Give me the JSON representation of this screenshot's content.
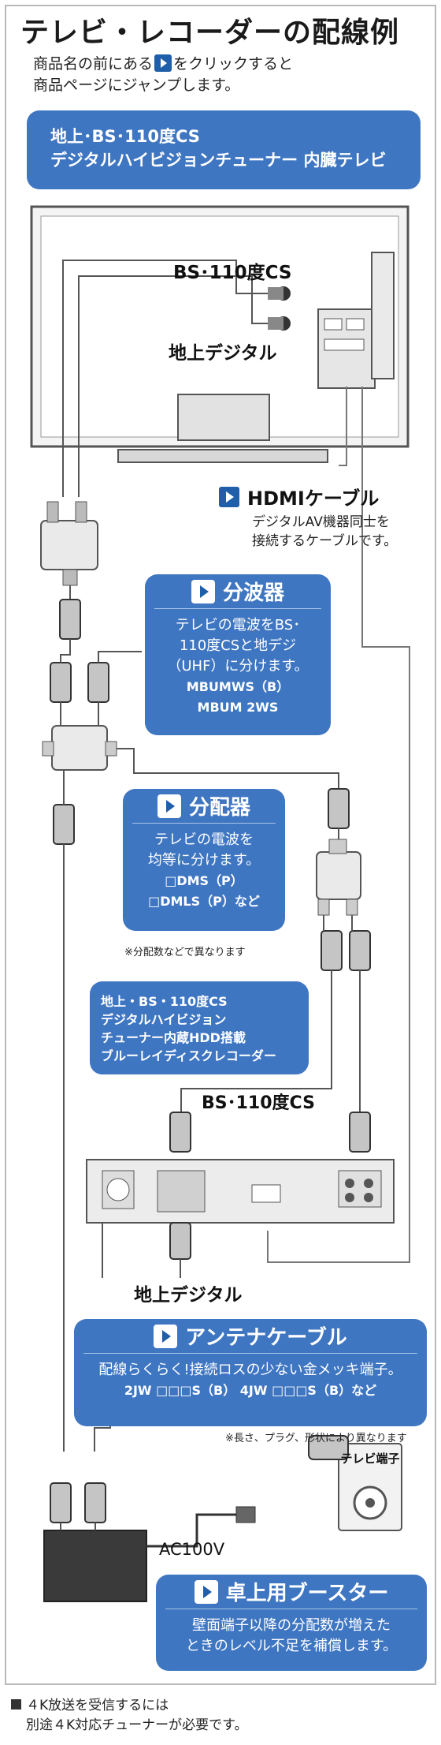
{
  "title": "テレビ・レコーダーの配線例",
  "intro": {
    "line1_a": "商品名の前にある",
    "line1_b": "をクリックすると",
    "line2": "商品ページにジャンプします。"
  },
  "tv_bubble": {
    "line1": "地上･BS･110度CS",
    "line2": "デジタルハイビジョンチューナー 内臓テレビ"
  },
  "tv_labels": {
    "bs": "BS･110度CS",
    "terrestrial": "地上デジタル"
  },
  "hdmi": {
    "title": "HDMIケーブル",
    "desc1": "デジタルAV機器同士を",
    "desc2": "接続するケーブルです。"
  },
  "splitter_bubble": {
    "title": "分波器",
    "lines": [
      "テレビの電波をBS･",
      "110度CSと地デジ",
      "（UHF）に分けます。"
    ],
    "models": [
      "MBUMWS（B）",
      "MBUM 2WS"
    ]
  },
  "divider_bubble": {
    "title": "分配器",
    "lines": [
      "テレビの電波を",
      "均等に分けます。"
    ],
    "models": [
      "□DMS（P）",
      "□DMLS（P）など"
    ]
  },
  "divider_note": "※分配数などで異なります",
  "recorder_bubble": {
    "lines": [
      "地上・BS・110度CS",
      "デジタルハイビジョン",
      "チューナー内蔵HDD搭載",
      "ブルーレイディスクレコーダー"
    ]
  },
  "recorder_labels": {
    "bs": "BS･110度CS",
    "terrestrial": "地上デジタル"
  },
  "antenna_bubble": {
    "title": "アンテナケーブル",
    "line": "配線らくらく!接続ロスの少ない金メッキ端子。",
    "models": "2JW □□□S（B） 4JW □□□S（B）など"
  },
  "antenna_note": "※長さ、プラグ、形状により異なります",
  "tv_terminal": "テレビ端子",
  "ac_label": "AC100V",
  "booster_bubble": {
    "title": "卓上用ブースター",
    "lines": [
      "壁面端子以降の分配数が増えた",
      "ときのレベル不足を補償します。"
    ]
  },
  "footer": {
    "line1": "４K放送を受信するには",
    "line2": "別途４K対応チューナーが必要です。"
  },
  "colors": {
    "bubble": "#3f76c2",
    "accent": "#1f5ea9"
  }
}
